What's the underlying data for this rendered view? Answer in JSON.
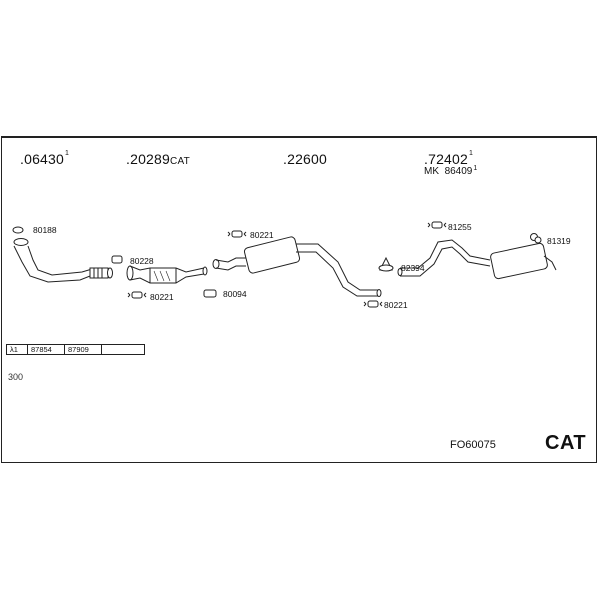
{
  "diagram": {
    "parts": [
      {
        "number": ".06430",
        "note": "1",
        "suffix": ""
      },
      {
        "number": ".20289",
        "note": "",
        "suffix": "CAT"
      },
      {
        "number": ".22600",
        "note": "",
        "suffix": ""
      },
      {
        "number": ".72402",
        "note": "1",
        "suffix": ""
      }
    ],
    "kit_line": {
      "prefix": "MK",
      "number": "86409",
      "note": "1"
    },
    "callouts": [
      "80188",
      "80228",
      "80221",
      "80094",
      "80221",
      "80221",
      "81255",
      "82394",
      "81319"
    ],
    "ref_table": {
      "marker": "λ1",
      "cells": [
        "87854",
        "87909",
        ""
      ]
    },
    "note_value": "300",
    "drawing_code": "FO60075",
    "badge": "CAT"
  }
}
